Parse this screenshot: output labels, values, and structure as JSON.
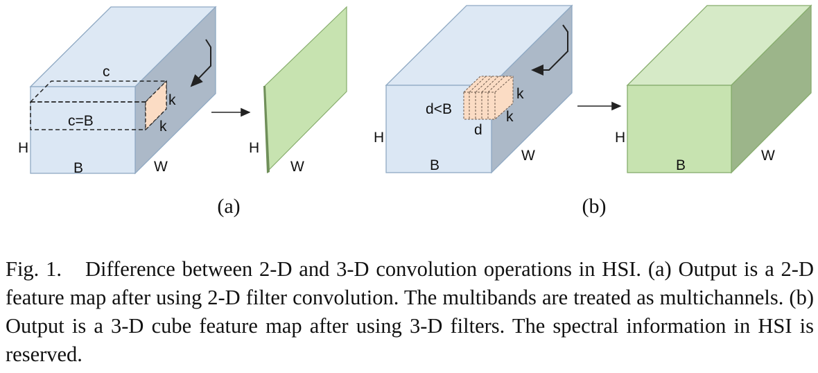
{
  "figure": {
    "panel_a": {
      "label_c_top": "c",
      "label_c_eq_b": "c=B",
      "label_k_1": "k",
      "label_k_2": "k",
      "label_h_input": "H",
      "label_b_input": "B",
      "label_w_input": "W",
      "label_h_output": "H",
      "label_w_output": "W",
      "subcaption": "(a)"
    },
    "panel_b": {
      "label_d_lt_b": "d<B",
      "label_d": "d",
      "label_k_1": "k",
      "label_k_2": "k",
      "label_h_input": "H",
      "label_b_input": "B",
      "label_w_input": "W",
      "label_h_output": "H",
      "label_b_output": "B",
      "label_w_output": "W",
      "subcaption": "(b)"
    },
    "colors": {
      "cube_front": "#dbe7f4",
      "cube_top": "#dde8f4",
      "cube_side": "#acb9c8",
      "cube_edge": "#7f9fbf",
      "filter_fill": "#fbdcc4",
      "output_front": "#c7e3b0",
      "output_top": "#d6eac7",
      "output_side": "#9cb58a",
      "output_edge": "#86ac6c"
    }
  },
  "caption": {
    "fig_label": "Fig. 1.",
    "text": "Difference between 2-D and 3-D convolution operations in HSI. (a) Output is a 2-D feature map after using 2-D filter convolution. The multibands are treated as multichannels. (b) Output is a 3-D cube feature map after using 3-D filters. The spectral information in HSI is reserved."
  }
}
